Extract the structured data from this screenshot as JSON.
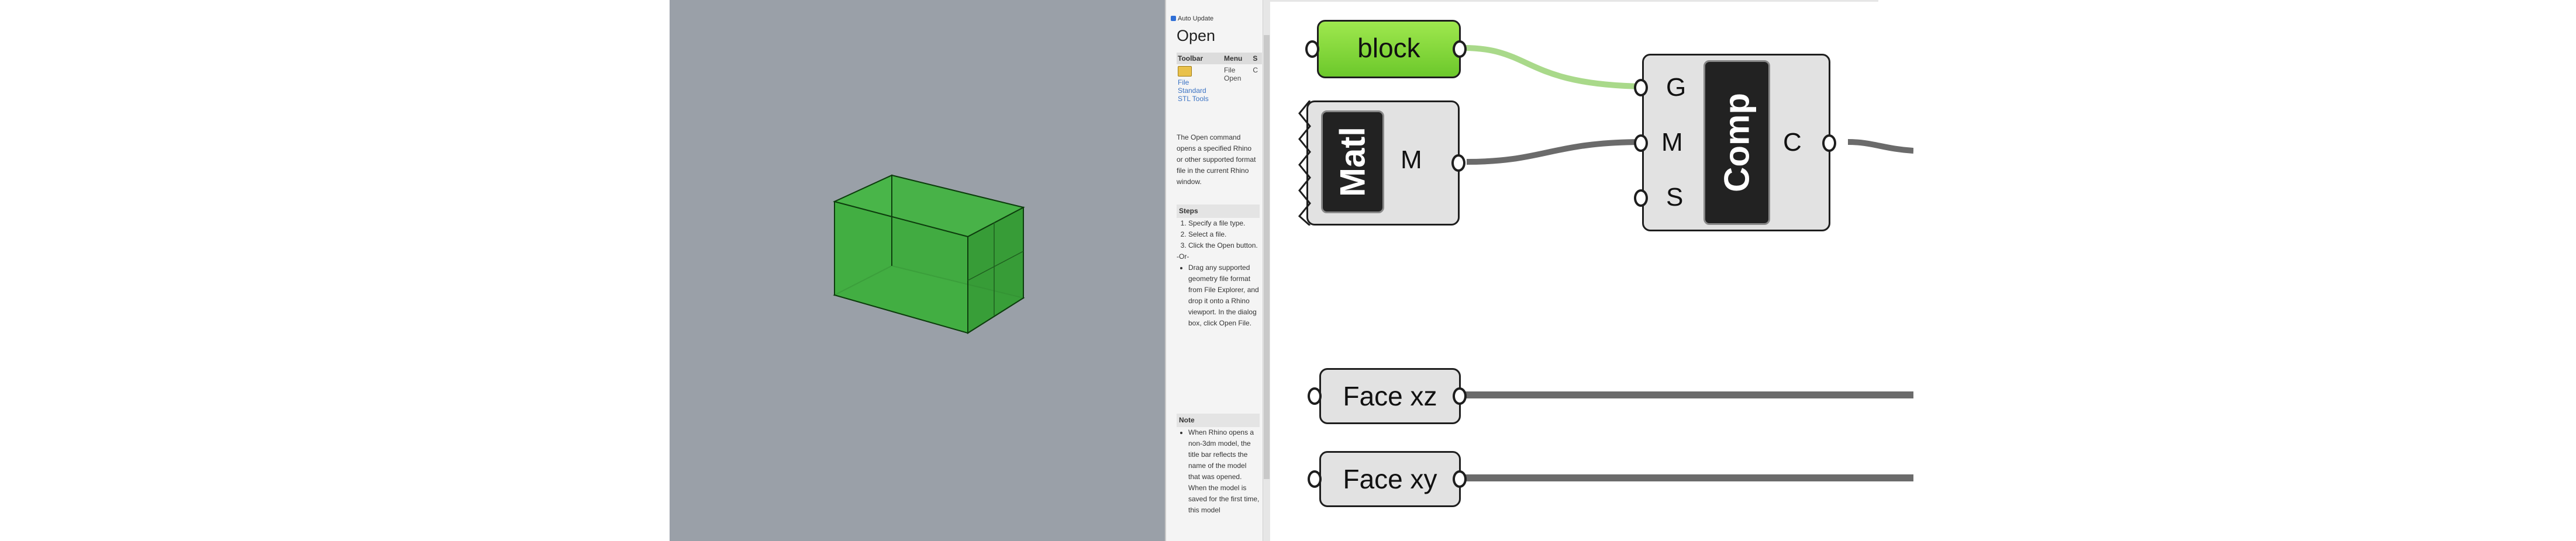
{
  "colors": {
    "viewport_bg": "#9aa0a8",
    "box_green": "#3ba63b",
    "wire_green": "#a9d98a",
    "wire_gray": "#6b6b6b",
    "param_green": "#8fdd45"
  },
  "help": {
    "auto_update": "Auto Update",
    "title": "Open",
    "table": {
      "headers": [
        "Toolbar",
        "Menu",
        "S"
      ],
      "menu_col": [
        "File",
        "Open"
      ],
      "s_col": "C",
      "toolbar_links": [
        "File",
        "Standard",
        "STL Tools"
      ]
    },
    "description": "The Open command opens a specified Rhino or other supported format file in the current Rhino window.",
    "steps_heading": "Steps",
    "steps": [
      "Specify a file type.",
      "Select a file.",
      "Click the Open button."
    ],
    "or": "-Or-",
    "alt_step": "Drag any supported geometry file format from File Explorer, and drop it onto a Rhino viewport. In the dialog box, click Open File.",
    "note_heading": "Note",
    "note": "When Rhino opens a non-3dm model, the title bar reflects the name of the model that was opened. When the model is saved for the first time, this model"
  },
  "gh": {
    "block_label": "block",
    "matl_label": "Matl",
    "matl_output": "M",
    "comp_label": "Comp",
    "comp_inputs": [
      "G",
      "M",
      "S"
    ],
    "comp_output": "C",
    "face_xz_label": "Face xz",
    "face_xy_label": "Face xy"
  }
}
